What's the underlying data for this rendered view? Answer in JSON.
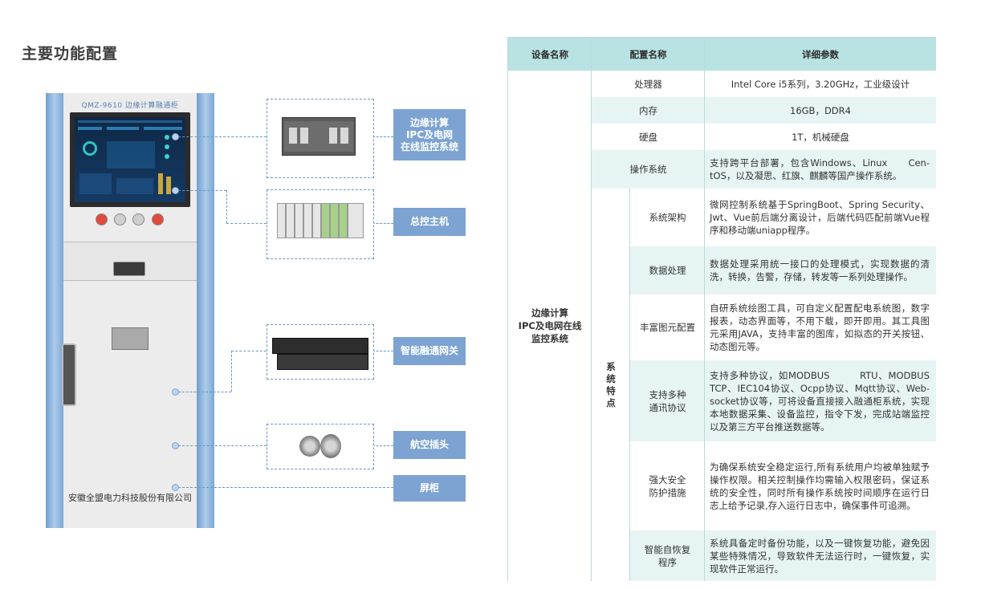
{
  "page": {
    "title": "主要功能配置"
  },
  "cabinet": {
    "model_label": "QMZ-9610  边缘计算融通柜",
    "company": "安徽全盟电力科技股份有限公司"
  },
  "callouts": [
    {
      "label": "边缘计算\nIPC及电网\n在线监控系统"
    },
    {
      "label": "总控主机"
    },
    {
      "label": "智能融通网关"
    },
    {
      "label": "航空插头"
    },
    {
      "label": "屏柜"
    }
  ],
  "table": {
    "headers": [
      "设备名称",
      "配置名称",
      "详细参数"
    ],
    "group_label": "边缘计算\nIPC及电网在线\n监控系统",
    "subgroup_label": "系\n统\n特\n点",
    "hardware_rows": [
      {
        "name": "处理器",
        "detail": "Intel Core i5系列，3.20GHz，工业级设计"
      },
      {
        "name": "内存",
        "detail": "16GB，DDR4"
      },
      {
        "name": "硬盘",
        "detail": "1T，机械硬盘"
      },
      {
        "name": "操作系统",
        "detail": "支持跨平台部署，包含Windows、Linux　　Cen-tOS，以及凝思、红旗、麒麟等国产操作系统。"
      }
    ],
    "feature_rows": [
      {
        "name": "系统架构",
        "detail": "微网控制系统基于SpringBoot、Spring Security、Jwt、Vue前后端分离设计，后端代码匹配前端Vue程序和移动端uniapp程序。"
      },
      {
        "name": "数据处理",
        "detail": "数据处理采用统一接口的处理模式，实现数据的清洗，转换，告警，存储，转发等一系列处理操作。"
      },
      {
        "name": "丰富图元配置",
        "detail": "自研系统绘图工具，可自定义配置配电系统图，数字报表，动态界面等，不用下载，即开即用。其工具图元采用JAVA，支持丰富的图库，如拟态的开关按钮、动态图元等。"
      },
      {
        "name": "支持多种\n通讯协议",
        "detail": "支持多种协议，如MODBUS　　　RTU、MODBUS TCP、IEC104协议、Ocpp协议、Mqtt协议、Web-socket协议等，可将设备直接接入融通柜系统，实现本地数据采集、设备监控，指令下发，完成站端监控以及第三方平台推送数据等。"
      },
      {
        "name": "强大安全\n防护措施",
        "detail": "为确保系统安全稳定运行,所有系统用户均被单独赋予操作权限。相关控制操作均需输入权限密码，保证系统的安全性，同时所有操作系统按时间顺序在运行日志上给予记录,存入运行日志中，确保事件可追溯。"
      },
      {
        "name": "智能自恢复\n程序",
        "detail": "系统具备定时备份功能，以及一键恢复功能，避免因某些特殊情况，导致软件无法运行时，一键恢复，实现软件正常运行。"
      }
    ]
  },
  "colors": {
    "accent": "#7ca3d1",
    "header_bg": "#b9e3e3",
    "row_alt": "#e7f4f4",
    "cabinet_side": "#8fb7e0"
  }
}
